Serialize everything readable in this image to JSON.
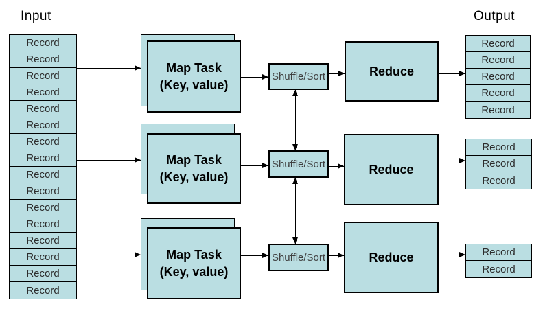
{
  "labels": {
    "input": "Input",
    "output": "Output",
    "record": "Record",
    "map_line1": "Map Task",
    "map_line2": "(Key, value)",
    "shuffle": "Shuffle/Sort",
    "reduce": "Reduce"
  },
  "input": {
    "record_count": 16
  },
  "outputs": [
    {
      "record_count": 5
    },
    {
      "record_count": 3
    },
    {
      "record_count": 2
    }
  ],
  "colors": {
    "box_fill": "#badee2",
    "border": "#000000",
    "background": "#ffffff"
  }
}
